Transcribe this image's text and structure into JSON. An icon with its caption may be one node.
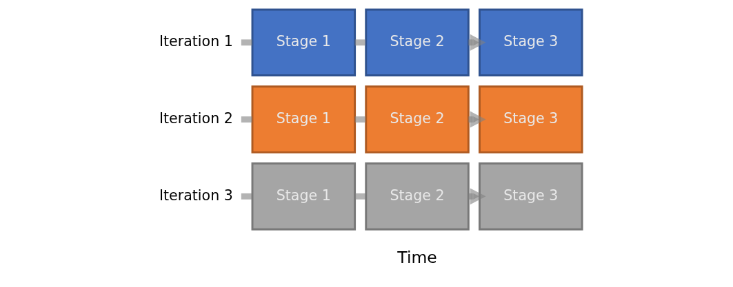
{
  "diagram": {
    "nodes": [
      {
        "text": [
          "Iteration 1"
        ]
      },
      {
        "text": [
          "Stage 1"
        ]
      },
      {
        "text": [
          "Stage 2"
        ]
      },
      {
        "text": [
          "Stage 3"
        ]
      },
      {
        "text": [
          "Iteration 2"
        ]
      },
      {
        "text": [
          "Stage 1"
        ]
      },
      {
        "text": [
          "Stage 2"
        ]
      },
      {
        "text": [
          "Stage 3"
        ]
      },
      {
        "text": [
          "Iteration 3"
        ]
      },
      {
        "text": [
          "Stage 1"
        ]
      },
      {
        "text": [
          "Stage 2"
        ]
      },
      {
        "text": [
          "Stage 3"
        ]
      }
    ],
    "edges": [
      {
        "from": 0,
        "to": 1,
        "arrow": "none"
      },
      {
        "from": 1,
        "to": 2,
        "arrow": "none"
      },
      {
        "from": 2,
        "to": 3,
        "arrow": "to"
      },
      {
        "from": 4,
        "to": 5,
        "arrow": "none"
      },
      {
        "from": 5,
        "to": 6,
        "arrow": "none"
      },
      {
        "from": 6,
        "to": 7,
        "arrow": "to"
      },
      {
        "from": 8,
        "to": 9,
        "arrow": "none"
      },
      {
        "from": 9,
        "to": 10,
        "arrow": "none"
      },
      {
        "from": 10,
        "to": 11,
        "arrow": "to"
      }
    ],
    "labels": [
      "Time"
    ]
  }
}
